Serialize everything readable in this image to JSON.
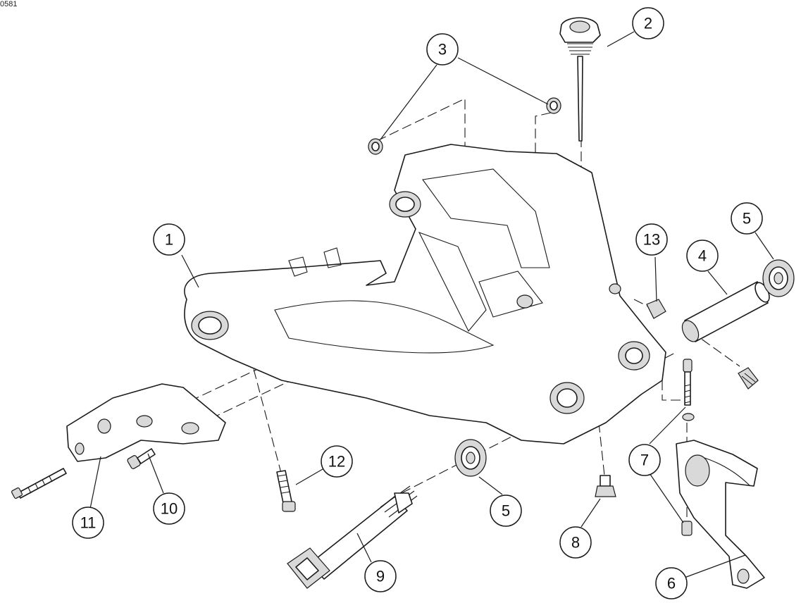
{
  "figure_code": "0581",
  "callouts": [
    {
      "id": "c1",
      "label": "1"
    },
    {
      "id": "c2",
      "label": "2"
    },
    {
      "id": "c3",
      "label": "3"
    },
    {
      "id": "c4",
      "label": "4"
    },
    {
      "id": "c5a",
      "label": "5"
    },
    {
      "id": "c5b",
      "label": "5"
    },
    {
      "id": "c6",
      "label": "6"
    },
    {
      "id": "c7",
      "label": "7"
    },
    {
      "id": "c8",
      "label": "8"
    },
    {
      "id": "c9",
      "label": "9"
    },
    {
      "id": "c10",
      "label": "10"
    },
    {
      "id": "c11",
      "label": "11"
    },
    {
      "id": "c12",
      "label": "12"
    },
    {
      "id": "c13",
      "label": "13"
    }
  ]
}
